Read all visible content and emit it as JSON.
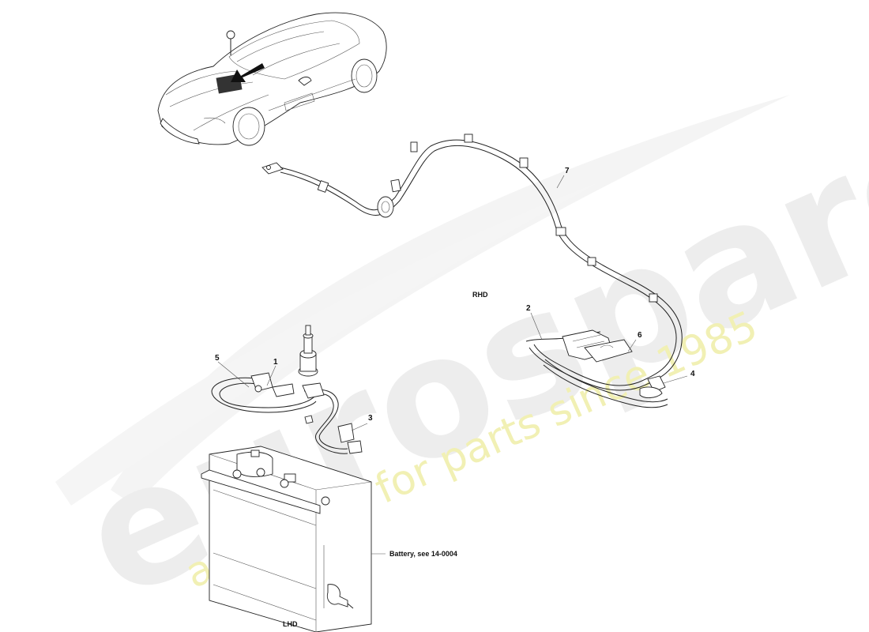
{
  "watermark": {
    "brand": "eurospares",
    "slogan": "a passion for parts since 1985"
  },
  "labels": {
    "rhd": "RHD",
    "lhd": "LHD",
    "battery_note": "Battery, see 14-0004"
  },
  "callouts": {
    "c1": "1",
    "c2": "2",
    "c3": "3",
    "c4": "4",
    "c5": "5",
    "c6": "6",
    "c7": "7"
  },
  "colors": {
    "watermark_grey": "#ededed",
    "watermark_yellow": "#f1f0b4",
    "line": "#222222"
  },
  "icons": {
    "car": "car-overview-icon",
    "arrow": "location-arrow-icon"
  }
}
